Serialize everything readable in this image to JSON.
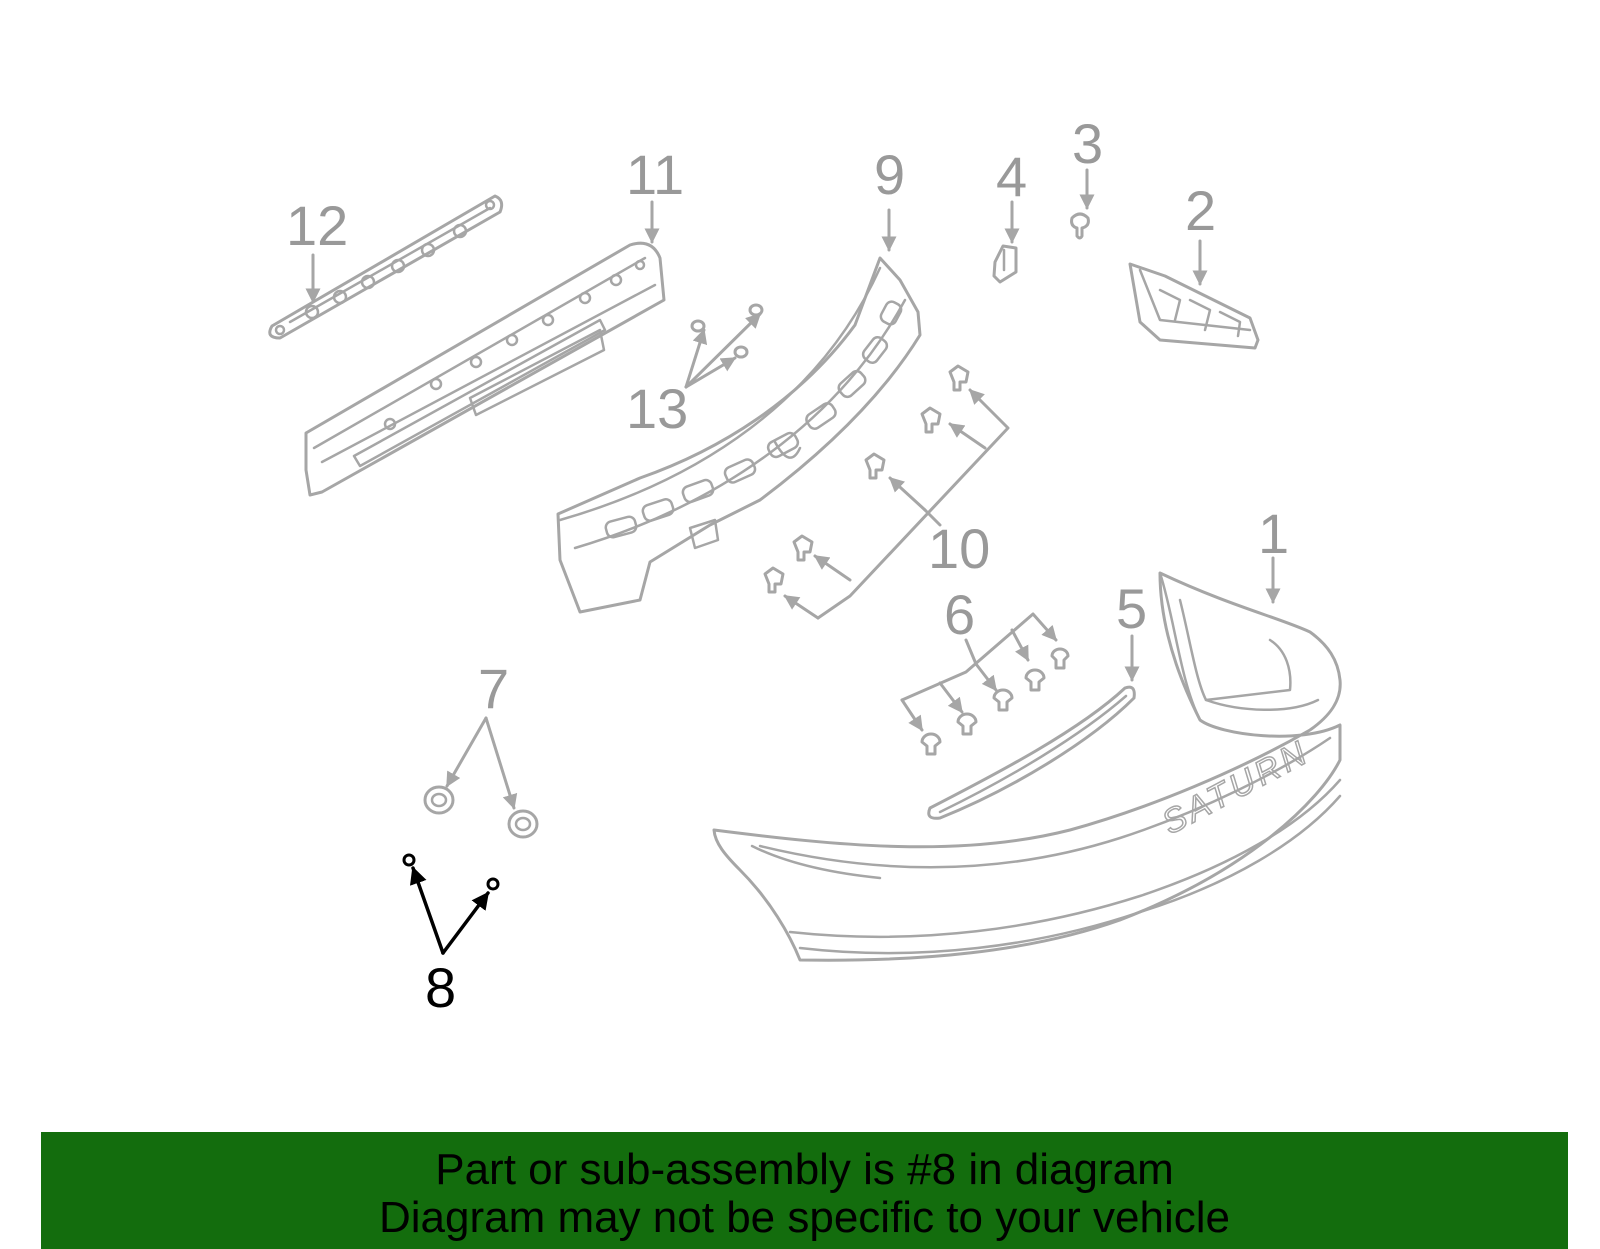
{
  "diagram": {
    "callouts": [
      "1",
      "2",
      "3",
      "4",
      "5",
      "6",
      "7",
      "8",
      "9",
      "10",
      "11",
      "12",
      "13"
    ],
    "highlighted_callout": "8",
    "emblem_text": "SATURN",
    "colors": {
      "part_line": "#a6a6a6",
      "label": "#999999",
      "highlight": "#000000",
      "banner": "#136d0d"
    }
  },
  "banner": {
    "line1": "Part or sub-assembly is #8 in diagram",
    "line2": "Diagram may not be specific to your vehicle"
  }
}
